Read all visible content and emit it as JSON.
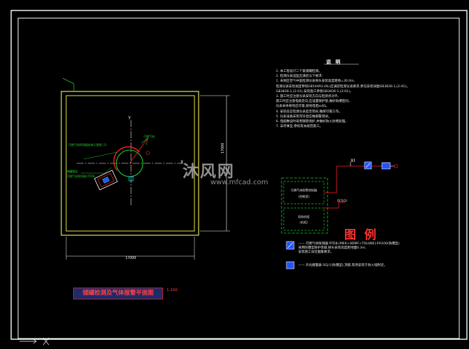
{
  "drawing": {
    "note_title": "说 明",
    "notes": [
      "1. 本工程设计二个氨储罐检测。",
      "2. 检测仪表选型应满足以下要求:",
      "   1. 本地区空气中氨检测仪表探头安装高度距地=30.0m,",
      "   检测仪表安装高度参照GB50493-(RL)应满足检测仪表要求,参见安装详图GB3836-1,(2-01)。",
      "   GB3836-1,(2-01),安装施工参照GB3836-1,(2-01)。",
      "3. 施工时应注意仪表安装方向与检测点对齐,",
      "   施工时应注意电缆走向,应设置保护管,做好防爆密封。",
      "   仪表本体接地应可靠,接地电阻≤4Ω。",
      "4. 安装前应检测仪表是否完好,确保可靠工作。",
      "5. 仪表设备安装完毕后应做报警测试。",
      "6. 电缆敷设时采用钢管保护,并做好防火封堵处理。",
      "7. 未尽事宜,参照有关规范施工。"
    ],
    "legend_title": "图 例",
    "legend_items": [
      "—— 可燃气体探测器 RTD8-(MEK+HDMF+TOLUNE)-PH100(防爆型)",
      "    采用防爆型防护等级,探头安装高度距地面0.3m,",
      "    安装施工详见图集要求。",
      "—— 声光报警器 SGJ-1(防爆型),顶部,现场安装于防火墙附近。"
    ],
    "box_labels": {
      "controller": "可燃气体报警控制器",
      "controller_sub": "(控制室)",
      "panel": "现场机柜",
      "panel_sub": "(机柜)"
    },
    "cable_label": "DCS(2)",
    "xi_label": "XI",
    "plan_title": "储罐检测及气体报警平面图",
    "scale": "1:100",
    "dim_bottom": "17000",
    "dim_right": "17000",
    "callout_left": "可燃气体探测器安装示意图 (1)",
    "callout_top": "可燃气体",
    "callout_tank": "储罐氨区",
    "callout_tank2": "可燃气体探测器 RTD8",
    "label_x": "X",
    "label_y": "Y"
  },
  "watermark": {
    "text": "沐风网",
    "url": "www.mfcad.com"
  },
  "colors": {
    "background": "#000000",
    "frame": "#ffffff",
    "yellow": "#e6e34a",
    "green": "#22c82e",
    "red": "#ff2020",
    "cyan": "#2fd6e6",
    "blue": "#2255ff"
  }
}
